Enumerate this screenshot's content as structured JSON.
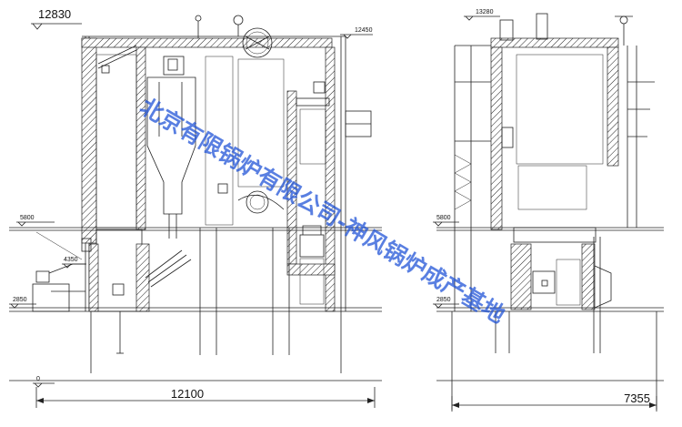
{
  "left_view": {
    "elevations": [
      "12830",
      "12450",
      "5800",
      "4350",
      "2850",
      "0"
    ],
    "overall_width": "12100"
  },
  "right_view": {
    "elevations": [
      "13280",
      "5800",
      "2850"
    ],
    "overall_width": "7355"
  },
  "watermark": "北京有限锅炉有限公司-神风锅炉成产基地",
  "colors": {
    "line": "#222222",
    "watermark": "#1a4fd6"
  }
}
